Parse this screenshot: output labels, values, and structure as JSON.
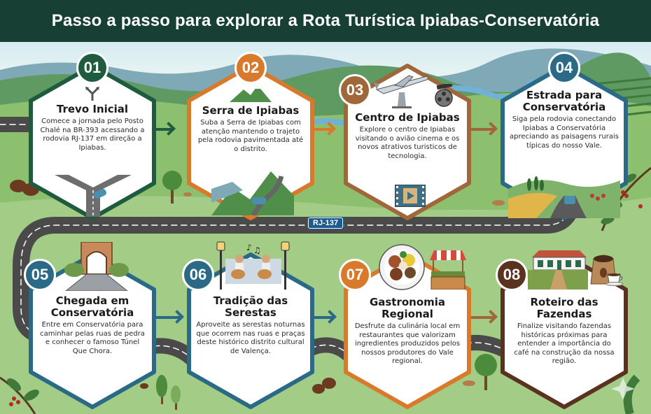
{
  "header": {
    "title": "Passo a passo para explorar a Rota Turística Ipiabas-Conservatória"
  },
  "road_sign": {
    "label": "RJ-137"
  },
  "colors": {
    "header_bg": "#173f33",
    "green": "#1f5b3e",
    "orange": "#d9792c",
    "brown": "#a0673a",
    "teal_blue": "#2a6a86",
    "dark_brown": "#5a3320",
    "road": "#4a4a4a",
    "grass": "#a9cf8a"
  },
  "steps": [
    {
      "number": "01",
      "title": "Trevo Inicial",
      "description": "Comece a jornada pelo Posto Chalé na BR-393 acessando a rodovia RJ-137 em direção a Ipiabas.",
      "color": "#1f5b3e",
      "icons": [
        "road-fork-icon",
        "crossroad-car-icon"
      ]
    },
    {
      "number": "02",
      "title": "Serra de Ipiabas",
      "description": "Suba a Serra de Ipiabas com atenção mantendo o trajeto pela rodovia pavimentada até o distrito.",
      "color": "#d9792c",
      "icons": [
        "mountain-icon",
        "mountain-road-car-icon"
      ]
    },
    {
      "number": "03",
      "title": "Centro de Ipiabas",
      "description": "Explore o centro de Ipiabas visitando o avião cinema e os novos atrativos turisticos de tecnologia.",
      "color": "#a0673a",
      "icons": [
        "airplane-monument-icon",
        "film-reel-icon",
        "film-strip-play-icon"
      ]
    },
    {
      "number": "04",
      "title": "Estrada para Conservatória",
      "description": "Siga pela rodovia conectando Ipiabas a Conservatória apreciando as paisagens rurais típicas do nosso Vale.",
      "color": "#2a6a86",
      "icons": [
        "rural-road-car-icon"
      ]
    },
    {
      "number": "05",
      "title": "Chegada em Conservatória",
      "description": "Entre em Conservatória para caminhar pelas ruas de pedra e conhecer o famoso Túnel Que Chora.",
      "color": "#2a6a86",
      "icons": [
        "tunnel-icon"
      ]
    },
    {
      "number": "06",
      "title": "Tradição das Serestas",
      "description": "Aproveite as serestas noturnas que ocorrem nas ruas e praças deste histórico distrito cultural de Valença.",
      "color": "#2a6a86",
      "icons": [
        "musicians-guitar-icon"
      ]
    },
    {
      "number": "07",
      "title": "Gastronomia Regional",
      "description": "Desfrute da culinária local em restaurantes que valorizam ingredientes produzidos pelos nossos produtores do Vale regional.",
      "color": "#d9792c",
      "icons": [
        "food-plate-icon",
        "market-stall-icon"
      ]
    },
    {
      "number": "08",
      "title": "Roteiro das Fazendas",
      "description": "Finalize visitando fazendas históricas próximas para entender a importância do café na construção da nossa região.",
      "color": "#5a3320",
      "icons": [
        "farmhouse-icon",
        "coffee-sack-icon",
        "coffee-cup-icon"
      ]
    }
  ]
}
